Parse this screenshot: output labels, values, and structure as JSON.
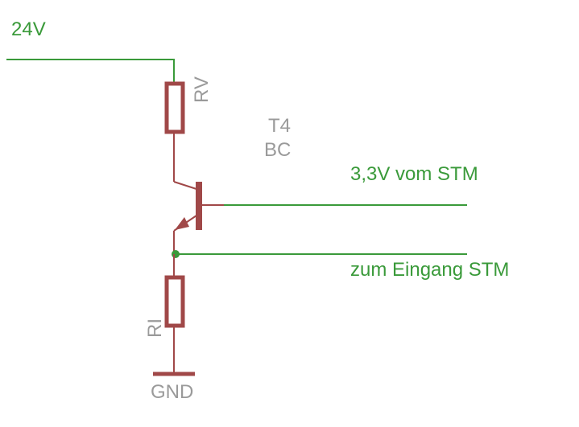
{
  "nets": {
    "supply": "24V",
    "input": "3,3V vom STM",
    "output": "zum Eingang STM",
    "ground": "GND"
  },
  "parts": {
    "resistor_top": "RV",
    "resistor_bottom": "RI",
    "transistor_name": "T4",
    "transistor_value": "BC"
  },
  "colors": {
    "net_wire": "#3a9a3a",
    "part_body": "#a04848",
    "part_label": "#9a9a9a"
  }
}
